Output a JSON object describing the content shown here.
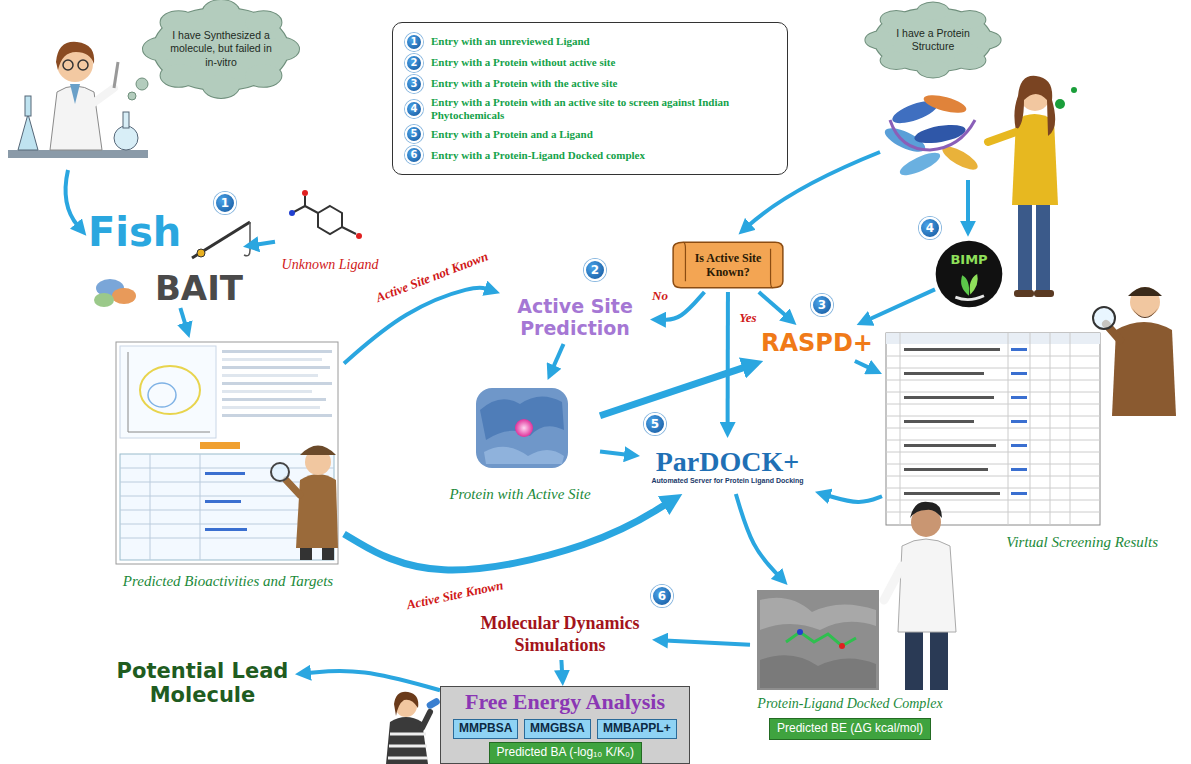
{
  "diagram": {
    "nodes": [
      {
        "text": [
          "I have Synthesized a molecule, but failed in in-vitro"
        ]
      },
      {
        "text": [
          "I have a Protein Structure"
        ]
      },
      {
        "text": [
          "Fish",
          "BAIT"
        ]
      },
      {
        "text": [
          "Unknown Ligand"
        ]
      },
      {
        "text": [
          "Predicted Bioactivities and Targets"
        ]
      },
      {
        "text": [
          "Is Active Site Known?"
        ]
      },
      {
        "text": [
          "Active Site Prediction"
        ]
      },
      {
        "text": [
          "RASPD+"
        ]
      },
      {
        "text": [
          "BIMP"
        ]
      },
      {
        "text": [
          "Protein with Active Site"
        ]
      },
      {
        "text": [
          "ParDOCK+",
          "Automated Server for Protein Ligand Docking"
        ]
      },
      {
        "text": [
          "Virtual Screening Results"
        ]
      },
      {
        "text": [
          "Protein-Ligand Docked Complex"
        ]
      },
      {
        "text": [
          "Predicted BE (ΔG kcal/mol)"
        ]
      },
      {
        "text": [
          "Molecular Dynamics Simulations"
        ]
      },
      {
        "text": [
          "Free Energy Analysis"
        ]
      },
      {
        "text": [
          "MMPBSA"
        ],
        "in": 15
      },
      {
        "text": [
          "MMGBSA"
        ],
        "in": 15
      },
      {
        "text": [
          "MMBAPPL+"
        ],
        "in": 15
      },
      {
        "text": [
          "Predicted BA (-log₁₀ K/K₀)"
        ],
        "in": 15
      },
      {
        "text": [
          "Potential Lead Molecule"
        ]
      }
    ],
    "edges": [
      {
        "from": 3,
        "to": 2,
        "arrow": "to"
      },
      {
        "from": 2,
        "to": 4,
        "arrow": "to"
      },
      {
        "from": 4,
        "to": 6,
        "label": "Active Site not Known",
        "arrow": "to"
      },
      {
        "from": 4,
        "to": 10,
        "label": "Active Site Known",
        "arrow": "to"
      },
      {
        "from": 5,
        "to": 6,
        "label": "No",
        "arrow": "to"
      },
      {
        "from": 5,
        "to": 7,
        "label": "Yes",
        "arrow": "to"
      },
      {
        "from": 5,
        "to": 10,
        "arrow": "to"
      },
      {
        "from": 8,
        "to": 7,
        "arrow": "to"
      },
      {
        "from": 6,
        "to": 9,
        "arrow": "to"
      },
      {
        "from": 9,
        "to": 7,
        "arrow": "to"
      },
      {
        "from": 9,
        "to": 10,
        "arrow": "to"
      },
      {
        "from": 7,
        "to": 11,
        "arrow": "to"
      },
      {
        "from": 11,
        "to": 10,
        "arrow": "to"
      },
      {
        "from": 10,
        "to": 12,
        "arrow": "to"
      },
      {
        "from": 12,
        "to": 14,
        "arrow": "to"
      },
      {
        "from": 14,
        "to": 15,
        "arrow": "to"
      },
      {
        "from": 15,
        "to": 20,
        "arrow": "to"
      }
    ],
    "labels": [
      "1",
      "2",
      "3",
      "4",
      "5",
      "6",
      "1",
      "2",
      "3",
      "4",
      "5",
      "6"
    ],
    "legend": [
      {
        "text": "Entry with an unreviewed Ligand"
      },
      {
        "text": "Entry with a Protein without active site"
      },
      {
        "text": "Entry with a Protein with the active site"
      },
      {
        "text": "Entry with a Protein with an active site to screen against Indian Phytochemicals"
      },
      {
        "text": "Entry with a Protein and a Ligand"
      },
      {
        "text": "Entry with a Protein-Ligand Docked complex"
      }
    ]
  }
}
